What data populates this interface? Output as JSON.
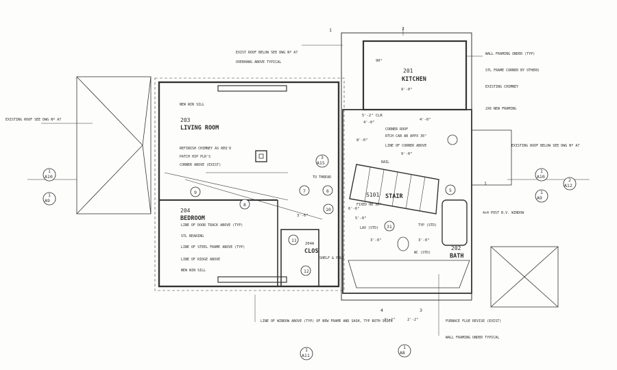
{
  "rooms": {
    "kitchen": {
      "number": "201",
      "name": "KITCHEN"
    },
    "living": {
      "number": "203",
      "name": "LIVING ROOM"
    },
    "bedroom": {
      "number": "204",
      "name": "BEDROOM"
    },
    "closet": {
      "number": "204A",
      "name": "CLOS"
    },
    "bath": {
      "number": "202",
      "name": "BATH"
    },
    "stair": {
      "number": "S101",
      "name": "STAIR"
    }
  },
  "grid": {
    "top": "2",
    "left_top": "1",
    "right_mid": "1"
  },
  "section_refs": [
    {
      "num": "1",
      "sheet": "A10"
    },
    {
      "num": "1",
      "sheet": "A9"
    },
    {
      "num": "1",
      "sheet": "A10"
    },
    {
      "num": "1",
      "sheet": "A9"
    },
    {
      "num": "2",
      "sheet": "A12"
    },
    {
      "num": "3",
      "sheet": "A15"
    },
    {
      "num": "1",
      "sheet": "A11"
    },
    {
      "num": "1",
      "sheet": "A8"
    }
  ],
  "detail_tags": [
    "4",
    "3",
    "8",
    "7",
    "6",
    "5",
    "9",
    "10",
    "11",
    "12",
    "31"
  ],
  "notes": {
    "exist_roof_left": "EXISTING ROOF SEE DWG Nº A7",
    "exist_roof_top": "EXIST ROOF BELOW SEE DWG Nº A7",
    "overhang": "OVERHANG ABOVE TYPICAL",
    "wall_framing_under": "WALL FRAMING UNDER (TYP)",
    "stl_frame_corner": "STL FRAME CORNER BY OTHERS",
    "existing_chimney": "EXISTING CHIMNEY",
    "new_framing": "2X6 NEW FRAMING",
    "exist_roof_right": "EXISTING ROOF BELOW SEE DWG Nº A7",
    "new_sill_top": "NEW WIN SILL",
    "refinish": "REFINISH CHIMNEY AS REQ'D",
    "patch": "PATCH HIP PLR'S",
    "corner_above": "CORNER ABOVE (EXIST)",
    "to_thread": "TO THREAD",
    "rail": "RAIL",
    "line_door": "LINE OF DOOR TRACK ABOVE (TYP)",
    "stl_bearing": "STL BEARING",
    "line_steel": "LINE OF STEEL FRAME ABOVE (TYP)",
    "line_ridge": "LINE OF RIDGE ABOVE",
    "new_sill_bot": "NEW WIN SILL",
    "shelf": "SHELF & POLE",
    "corner_room": "CORNER ROOF",
    "rtch_cab": "RTCH CAB AB APPX 30\"",
    "line_corner": "LINE OF CORNER ABOVE",
    "fixed_hb": "FIXED HB 30\"",
    "lav": "LAV (STD)",
    "typ_std": "TYP (STD)",
    "wc": "WC (STD)",
    "post": "4x4 POST B.V. WINDOW",
    "window_line": "LINE OF WINDOW ABOVE (TYP) OF NEW FRAME AND SASH, TYP BOTH SIDES",
    "furnace_flue": "FURNACE FLUE REVISE (EXIST)",
    "wall_framing_typ": "WALL FRAMING UNDER TYPICAL"
  },
  "dims": {
    "kit_w": "9'-0\"",
    "d1": "9'-0\"",
    "d2": "5'-2\" CLR",
    "d3": "4'-0\"",
    "d4": "4'-0\"",
    "d5": "8'-0\"",
    "d6": "6'-6\"",
    "d7": "3'-6\"",
    "d8": "3'-0\"",
    "d9": "3'-0\"",
    "d10": "2'-2\"",
    "d11": "2'-2\"",
    "d12": "5'-0\"",
    "d13": "90°"
  }
}
